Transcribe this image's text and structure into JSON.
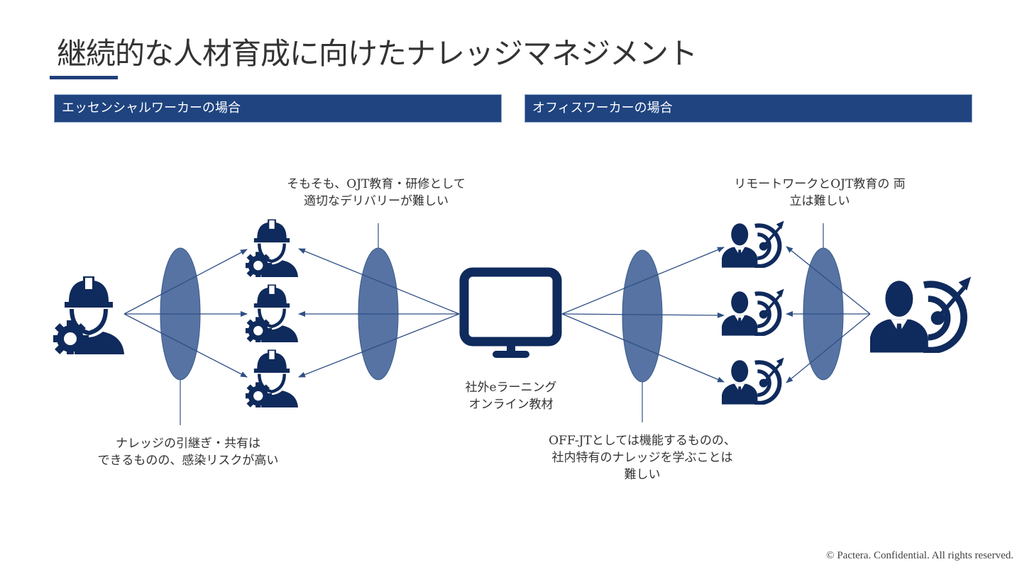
{
  "title": "継続的な人材育成に向けたナレッジマネジメント",
  "sections": [
    {
      "header": "エッセンシャルワーカーの場合"
    },
    {
      "header": "オフィスワーカーの場合"
    }
  ],
  "notes": {
    "ojt_delivery": [
      "そもそも、OJT教育・研修として",
      "適切なデリバリーが難しい"
    ],
    "knowledge_transfer": [
      "ナレッジの引継ぎ・共有は",
      "できるものの、感染リスクが高い"
    ],
    "elearning": [
      "社外eラーニング",
      "オンライン教材"
    ],
    "offjt": [
      "OFF-JTとしては機能するものの、",
      "社内特有のナレッジを学ぶことは",
      "難しい"
    ],
    "remote": [
      "リモートワークとOJT教育の 両",
      "立は難しい"
    ]
  },
  "icons": {
    "essential_trainer": "construction-worker-gear-icon",
    "essential_trainees": "construction-worker-gear-icon",
    "elearning": "monitor-icon",
    "office_trainees": "businessman-target-icon",
    "office_trainer": "businessman-target-icon"
  },
  "colors": {
    "accent": "#1f4480",
    "icon": "#0f2a5c",
    "ellipse_fill": "#5673a3",
    "ellipse_stroke": "#3d5a8a",
    "arrow": "#2f4f85"
  },
  "footer": "© Pactera.  Confidential.  All rights reserved."
}
